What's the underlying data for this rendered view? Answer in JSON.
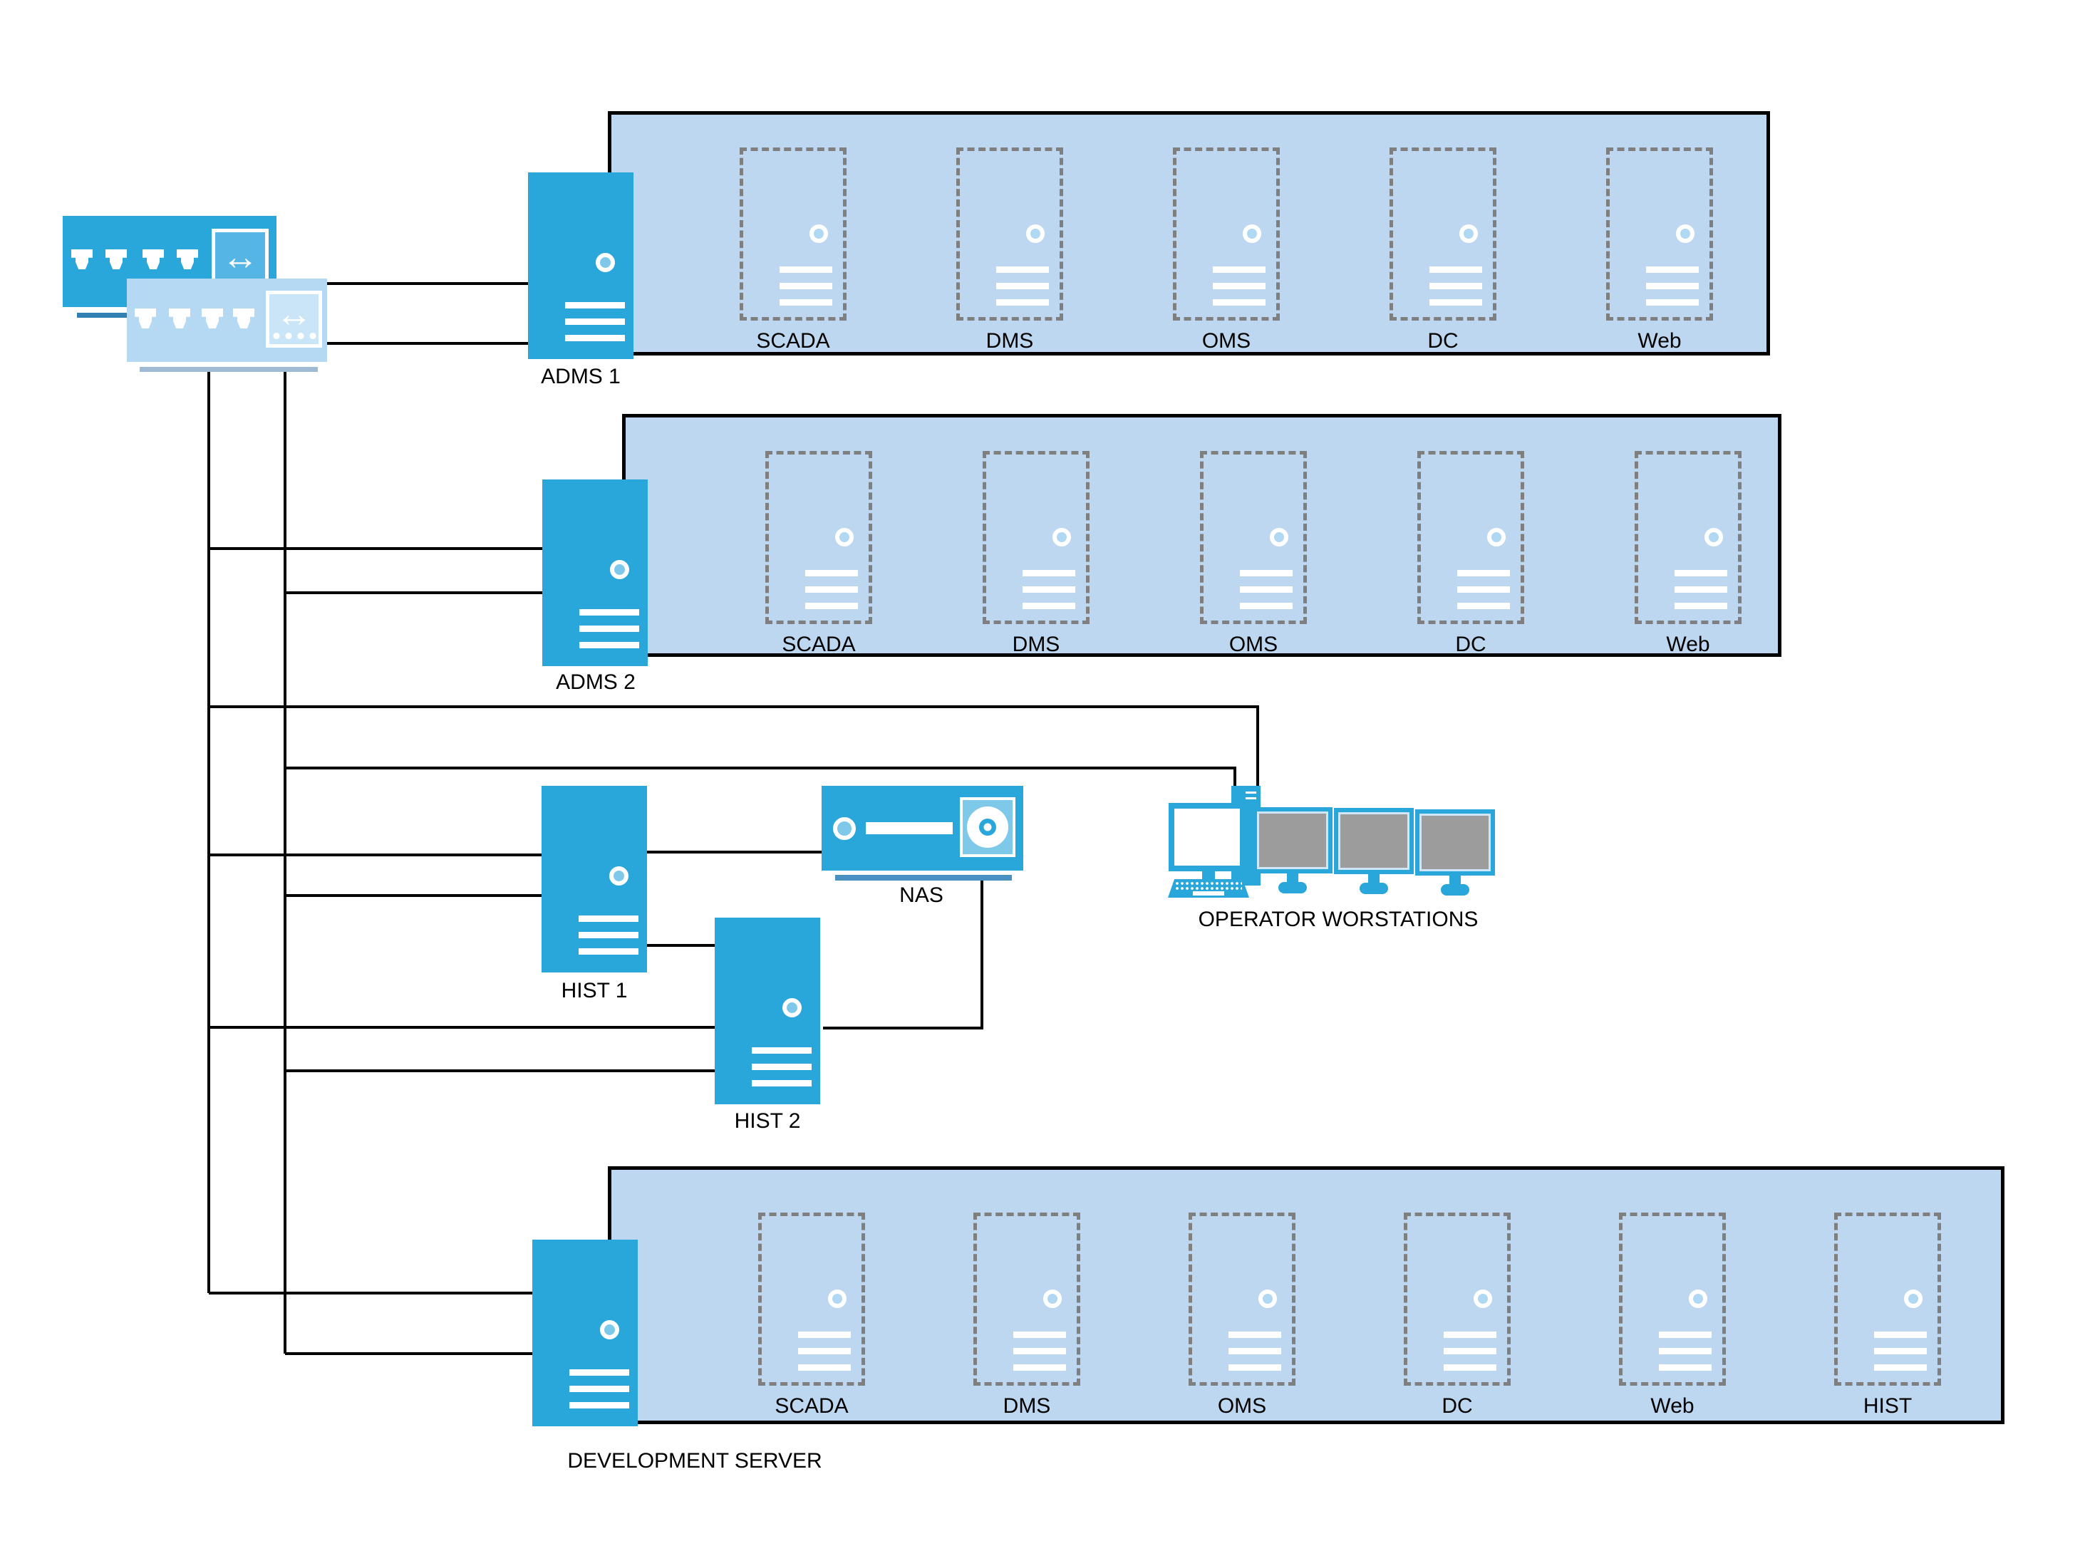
{
  "nodes": {
    "adms1": {
      "label": "ADMS 1"
    },
    "adms2": {
      "label": "ADMS 2"
    },
    "hist1": {
      "label": "HIST 1"
    },
    "hist2": {
      "label": "HIST 2"
    },
    "nas": {
      "label": "NAS"
    },
    "workstations": {
      "label": "OPERATOR WORSTATIONS"
    },
    "dev": {
      "label": "DEVELOPMENT SERVER"
    }
  },
  "host_boxes": [
    {
      "id": "box1",
      "vms": [
        "SCADA",
        "DMS",
        "OMS",
        "DC",
        "Web"
      ]
    },
    {
      "id": "box2",
      "vms": [
        "SCADA",
        "DMS",
        "OMS",
        "DC",
        "Web"
      ]
    },
    {
      "id": "box3",
      "vms": [
        "SCADA",
        "DMS",
        "OMS",
        "DC",
        "Web",
        "HIST"
      ]
    }
  ],
  "colors": {
    "primary_blue": "#29A7DB",
    "light_blue": "#7EC8EA",
    "box_fill": "#BCD7EF",
    "vm_circle_fill": "#B0D8F2",
    "dash_gray": "#7F7F7F",
    "screen_gray": "#9C9C9C",
    "switch_light_fill": "#B5D9F3",
    "switch_light_inner": "#CBE5F8",
    "switch_dark_inner": "#55B5E4",
    "nas_shadow": "#4A90C0",
    "light_switch_shadow": "#9FBBD4",
    "dark_switch_shadow": "#2F7FB5",
    "line_color": "#000000"
  },
  "icon_glyphs": {
    "bidir_arrow": "↔"
  }
}
